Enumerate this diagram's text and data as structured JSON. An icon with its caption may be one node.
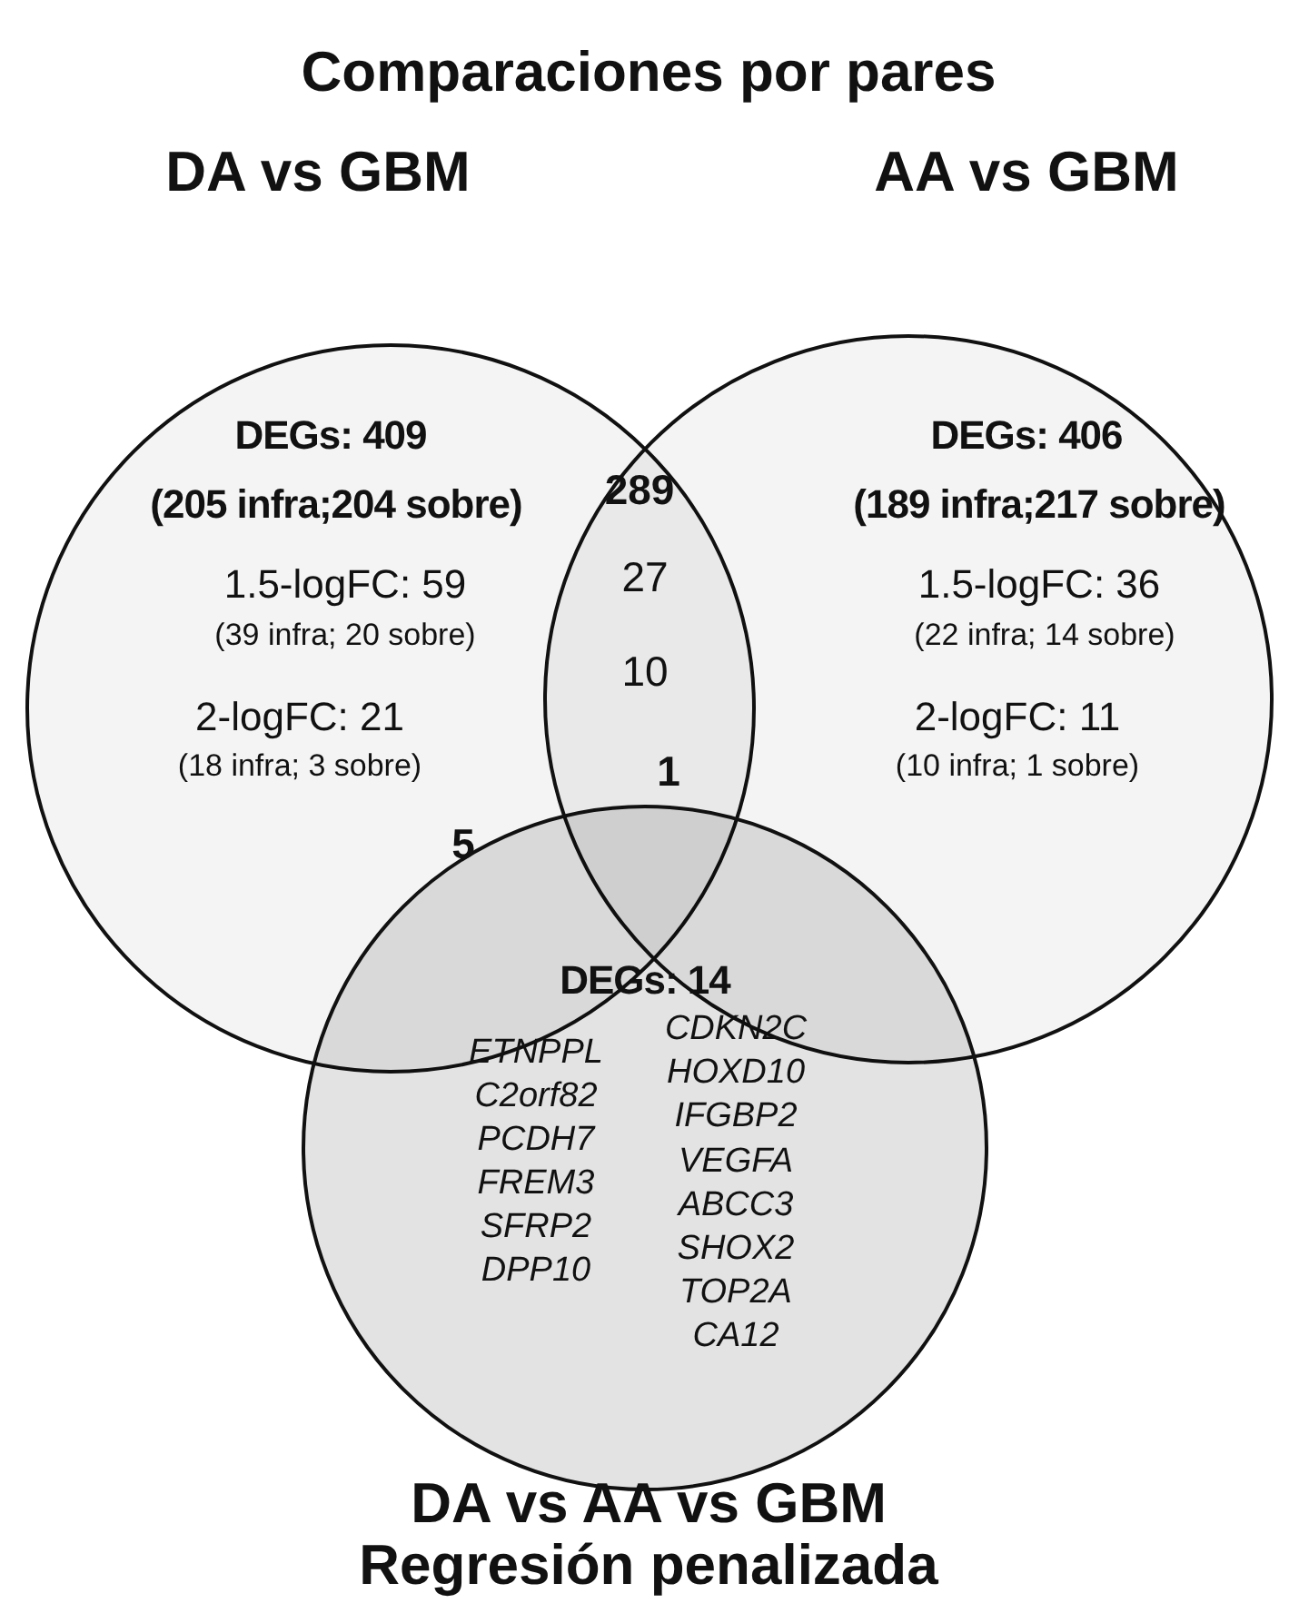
{
  "diagram": {
    "title": "Comparaciones por pares",
    "nodes": [
      {
        "text": [
          "DA vs GBM",
          "DEGs: 409",
          "(205 infra;204 sobre)",
          "1.5-logFC: 59",
          "(39 infra; 20 sobre)",
          "2-logFC: 21",
          "(18 infra; 3 sobre)"
        ]
      },
      {
        "text": [
          "AA vs GBM",
          "DEGs: 406",
          "(189 infra;217 sobre)",
          "1.5-logFC: 36",
          "(22 infra; 14 sobre)",
          "2-logFC: 11",
          "(10 infra; 1 sobre)"
        ]
      },
      {
        "text": [
          "DEGs: 14",
          "ETNPPL",
          "C2orf82",
          "PCDH7",
          "FREM3",
          "SFRP2",
          "DPP10",
          "CDKN2C",
          "HOXD10",
          "IFGBP2",
          "VEGFA",
          "ABCC3",
          "SHOX2",
          "TOP2A",
          "CA12",
          "DA vs AA vs GBM",
          "Regresión penalizada"
        ]
      }
    ],
    "edges": [],
    "labels": [
      "289",
      "27",
      "10",
      "1",
      "5"
    ]
  }
}
